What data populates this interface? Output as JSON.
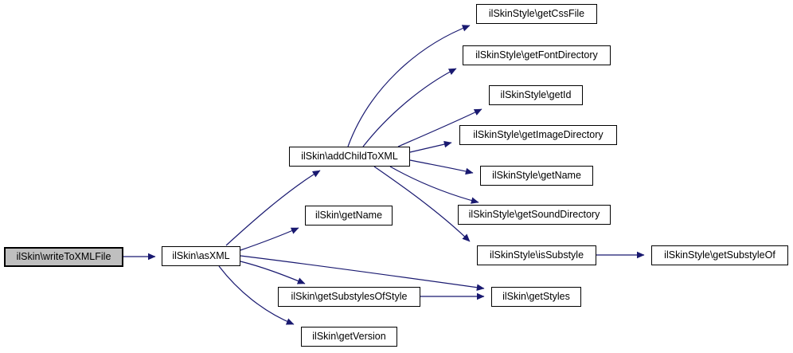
{
  "diagram": {
    "type": "call-graph",
    "colors": {
      "background": "#ffffff",
      "edge": "#191970",
      "node_border": "#000000",
      "node_fill": "#ffffff",
      "highlight_fill": "#bfbfbf",
      "text": "#000000"
    },
    "nodes": [
      {
        "id": "writeToXMLFile",
        "label": "ilSkin\\writeToXMLFile",
        "highlighted": true
      },
      {
        "id": "asXML",
        "label": "ilSkin\\asXML",
        "highlighted": false
      },
      {
        "id": "addChildToXML",
        "label": "ilSkin\\addChildToXML",
        "highlighted": false
      },
      {
        "id": "skin-getName",
        "label": "ilSkin\\getName",
        "highlighted": false
      },
      {
        "id": "getSubstylesOfStyle",
        "label": "ilSkin\\getSubstylesOfStyle",
        "highlighted": false
      },
      {
        "id": "getVersion",
        "label": "ilSkin\\getVersion",
        "highlighted": false
      },
      {
        "id": "getStyles",
        "label": "ilSkin\\getStyles",
        "highlighted": false
      },
      {
        "id": "style-getCssFile",
        "label": "ilSkinStyle\\getCssFile",
        "highlighted": false
      },
      {
        "id": "style-getFontDirectory",
        "label": "ilSkinStyle\\getFontDirectory",
        "highlighted": false
      },
      {
        "id": "style-getId",
        "label": "ilSkinStyle\\getId",
        "highlighted": false
      },
      {
        "id": "style-getImageDirectory",
        "label": "ilSkinStyle\\getImageDirectory",
        "highlighted": false
      },
      {
        "id": "style-getName",
        "label": "ilSkinStyle\\getName",
        "highlighted": false
      },
      {
        "id": "style-getSoundDirectory",
        "label": "ilSkinStyle\\getSoundDirectory",
        "highlighted": false
      },
      {
        "id": "style-isSubstyle",
        "label": "ilSkinStyle\\isSubstyle",
        "highlighted": false
      },
      {
        "id": "style-getSubstyleOf",
        "label": "ilSkinStyle\\getSubstyleOf",
        "highlighted": false
      }
    ],
    "edges": [
      {
        "from": "writeToXMLFile",
        "to": "asXML"
      },
      {
        "from": "asXML",
        "to": "addChildToXML"
      },
      {
        "from": "asXML",
        "to": "skin-getName"
      },
      {
        "from": "asXML",
        "to": "getStyles"
      },
      {
        "from": "asXML",
        "to": "getSubstylesOfStyle"
      },
      {
        "from": "asXML",
        "to": "getVersion"
      },
      {
        "from": "addChildToXML",
        "to": "style-getCssFile"
      },
      {
        "from": "addChildToXML",
        "to": "style-getFontDirectory"
      },
      {
        "from": "addChildToXML",
        "to": "style-getId"
      },
      {
        "from": "addChildToXML",
        "to": "style-getImageDirectory"
      },
      {
        "from": "addChildToXML",
        "to": "style-getName"
      },
      {
        "from": "addChildToXML",
        "to": "style-getSoundDirectory"
      },
      {
        "from": "addChildToXML",
        "to": "style-isSubstyle"
      },
      {
        "from": "style-isSubstyle",
        "to": "style-getSubstyleOf"
      },
      {
        "from": "getSubstylesOfStyle",
        "to": "getStyles"
      }
    ]
  }
}
